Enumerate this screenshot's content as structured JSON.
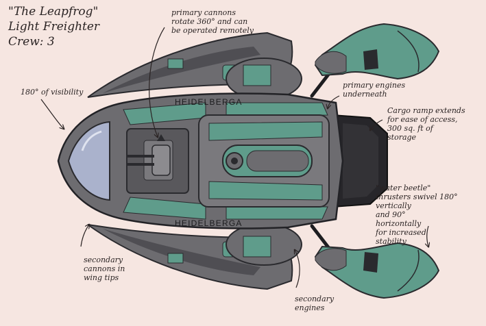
{
  "title": {
    "name": "\"The Leapfrog\"",
    "class": "Light Freighter",
    "crew": "Crew: 3"
  },
  "hull_markings": {
    "top": "HEIDELBERGA",
    "bottom": "HEIDELBERGA"
  },
  "annotations": {
    "cannons_primary": "primary cannons\nrotate 360° and can\nbe operated remotely",
    "visibility": "180° of visibility",
    "engines_primary": "primary engines\nunderneath",
    "cargo_ramp": "Cargo ramp extends\nfor ease of access,\n300 sq. ft of\nstorage",
    "thrusters": "\"water beetle\"\nthrusters swivel 180°\nvertically\nand 90°\nhorizontally\nfor increased\nstability",
    "cannons_secondary": "secondary\ncannons in\nwing tips",
    "engines_secondary": "secondary\nengines"
  },
  "colors": {
    "background": "#f6e6e1",
    "hull": "#6d6c70",
    "hull_dark": "#4a494d",
    "teal": "#5f9c8b",
    "teal_dark": "#3f6f63",
    "canopy": "#aab2cc",
    "ink": "#2a2323"
  }
}
